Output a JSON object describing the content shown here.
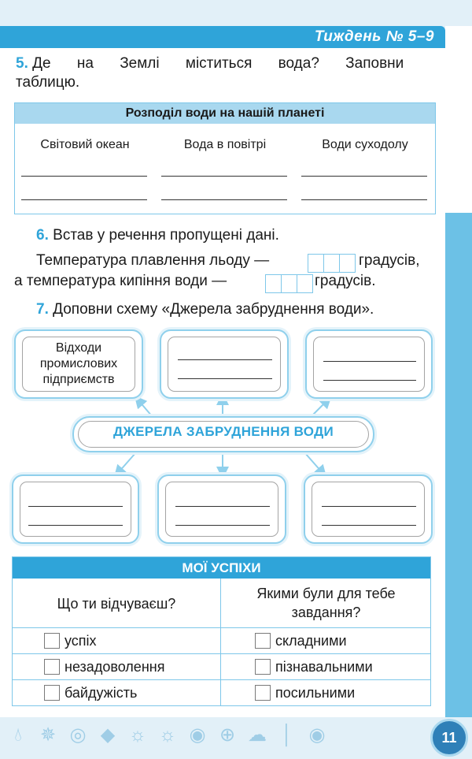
{
  "header": {
    "week": "Тиждень № 5–9"
  },
  "q5": {
    "num": "5.",
    "text_line1": "Де на Землі міститься вода? Заповни",
    "text_line2": "таблицю.",
    "table_title": "Розподіл води на нашій планеті",
    "columns": [
      "Світовий океан",
      "Вода в повітрі",
      "Води суходолу"
    ]
  },
  "q6": {
    "num": "6.",
    "text": "Встав у речення пропущені дані.",
    "line1_start": "Температура плавлення льоду —",
    "line1_end": "градусів,",
    "line2_start": "а температура кипіння води —",
    "line2_end": "градусів."
  },
  "q7": {
    "num": "7.",
    "text": "Доповни схему «Джерела забруднення води».",
    "center": "ДЖЕРЕЛА ЗАБРУДНЕННЯ ВОДИ",
    "box1_line1": "Відходи",
    "box1_line2": "промислових",
    "box1_line3": "підприємств"
  },
  "success": {
    "title": "МОЇ УСПІХИ",
    "col1_head": "Що ти відчуваєш?",
    "col2_head_line1": "Якими були для тебе",
    "col2_head_line2": "завдання?",
    "col1_options": [
      "успіх",
      "незадоволення",
      "байдужість"
    ],
    "col2_options": [
      "складними",
      "пізнавальними",
      "посильними"
    ]
  },
  "footer": {
    "page": "11",
    "icons": [
      "water-drop-icon",
      "windmill-icon",
      "globe-icon",
      "crystals-icon",
      "sun-icon",
      "sun-icon",
      "earth-icon",
      "compass-globe-icon",
      "cloud-icon",
      "thermometer-icon",
      "earth-icon"
    ]
  },
  "colors": {
    "accent": "#2fa4d9",
    "light": "#a9d8ef",
    "panel": "#6cc1e6"
  }
}
